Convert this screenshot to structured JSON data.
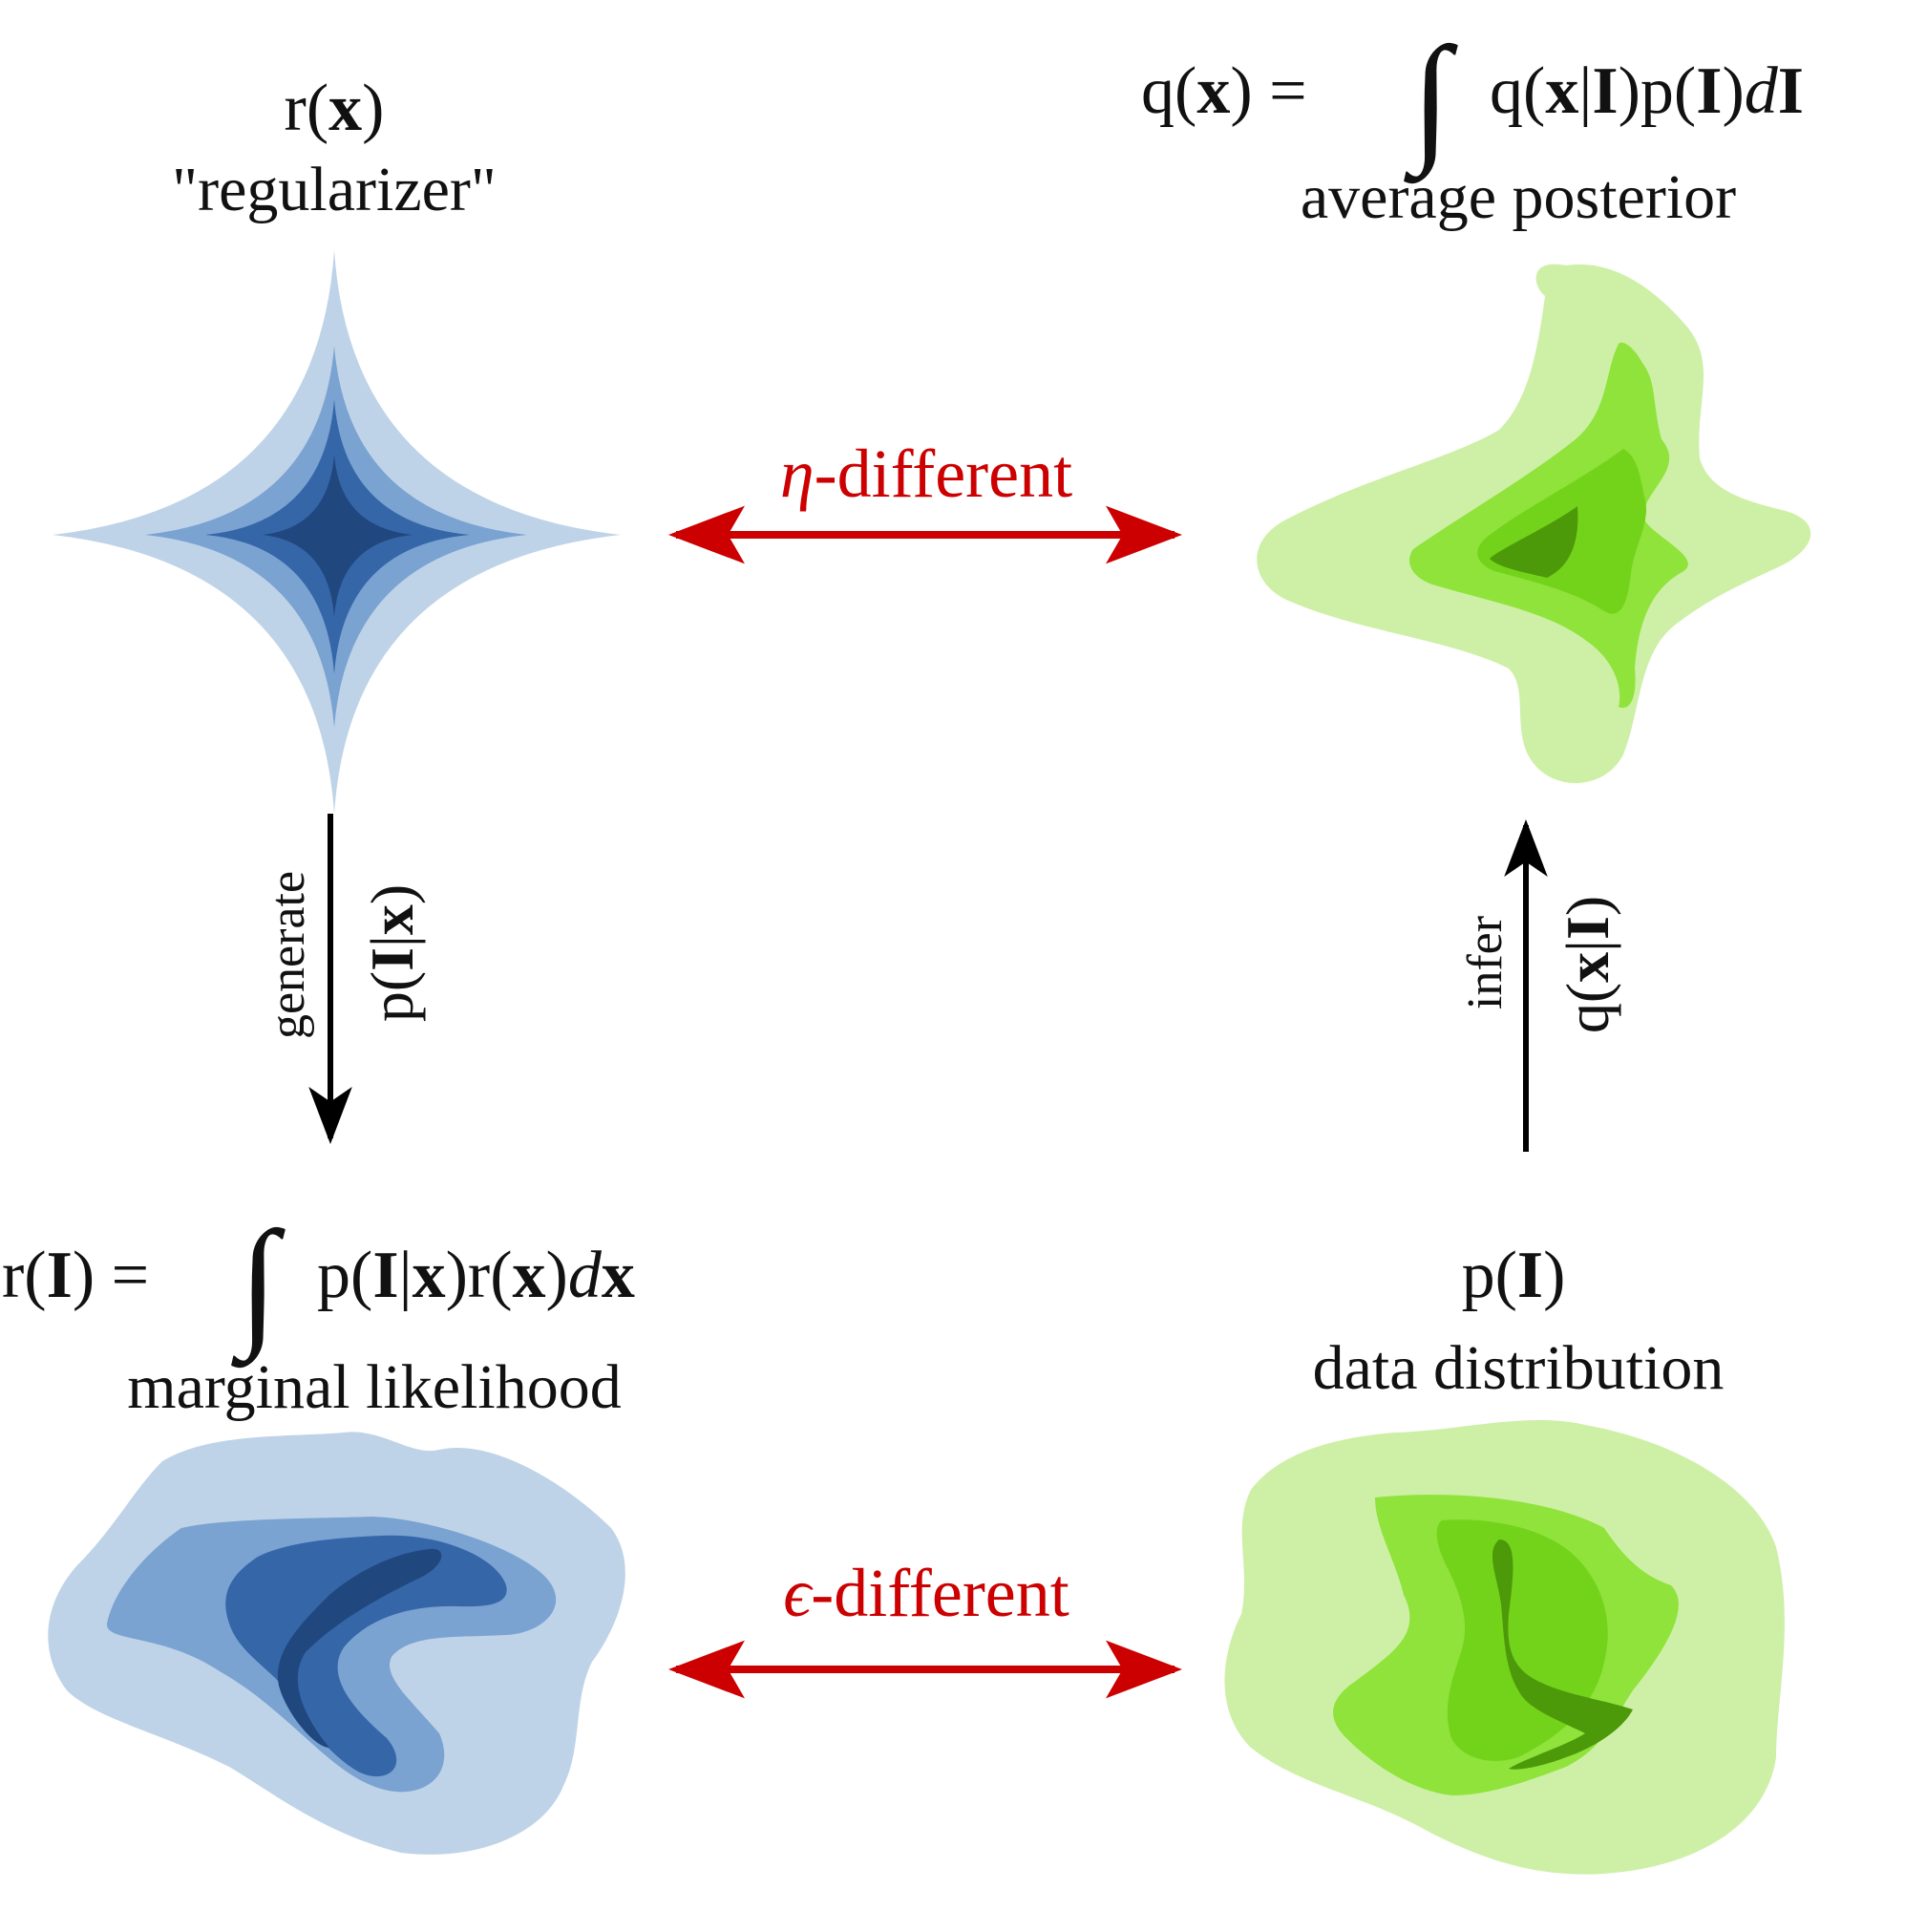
{
  "colors": {
    "blue": [
      "#bfd3e8",
      "#7aa3d2",
      "#3566a8",
      "#21477f"
    ],
    "green": [
      "#cdf0a6",
      "#8fe33b",
      "#73d31a",
      "#4c9a0a"
    ],
    "relation_arrow": "#cc0000",
    "flow_arrow": "#000000"
  },
  "top_left": {
    "formula": {
      "pre": "r(",
      "bold": "x",
      "post": ")"
    },
    "caption": "\"regularizer\""
  },
  "top_right": {
    "formula": {
      "lhs_pre": "q(",
      "lhs_bold": "x",
      "lhs_post": ") =",
      "integral": "∫",
      "rhs": [
        {
          "t": "q(",
          "s": "n"
        },
        {
          "t": "x",
          "s": "b"
        },
        {
          "t": "|",
          "s": "n"
        },
        {
          "t": "I",
          "s": "b"
        },
        {
          "t": ")p(",
          "s": "n"
        },
        {
          "t": "I",
          "s": "b"
        },
        {
          "t": ")",
          "s": "n"
        },
        {
          "t": "d",
          "s": "i"
        },
        {
          "t": "I",
          "s": "b"
        }
      ]
    },
    "caption": "average posterior"
  },
  "bottom_left": {
    "formula": {
      "lhs_pre": "r(",
      "lhs_bold": "I",
      "lhs_post": ") =",
      "integral": "∫",
      "rhs": [
        {
          "t": "p(",
          "s": "n"
        },
        {
          "t": "I",
          "s": "b"
        },
        {
          "t": "|",
          "s": "n"
        },
        {
          "t": "x",
          "s": "b"
        },
        {
          "t": ")r(",
          "s": "n"
        },
        {
          "t": "x",
          "s": "b"
        },
        {
          "t": ")",
          "s": "n"
        },
        {
          "t": "d",
          "s": "i"
        },
        {
          "t": "x",
          "s": "b"
        }
      ]
    },
    "caption": "marginal likelihood"
  },
  "bottom_right": {
    "formula": {
      "pre": "p(",
      "bold": "I",
      "post": ")"
    },
    "caption": "data distribution"
  },
  "top_relation": {
    "symbol": "η",
    "label": "-different"
  },
  "bottom_relation": {
    "symbol": "ϵ",
    "label": "-different"
  },
  "left_flow": {
    "verb": "generate",
    "pre": "p(",
    "b1": "I",
    "mid": "|",
    "b2": "x",
    "post": ")"
  },
  "right_flow": {
    "verb": "infer",
    "pre": "q(",
    "b1": "x",
    "mid": "|",
    "b2": "I",
    "post": ")"
  }
}
